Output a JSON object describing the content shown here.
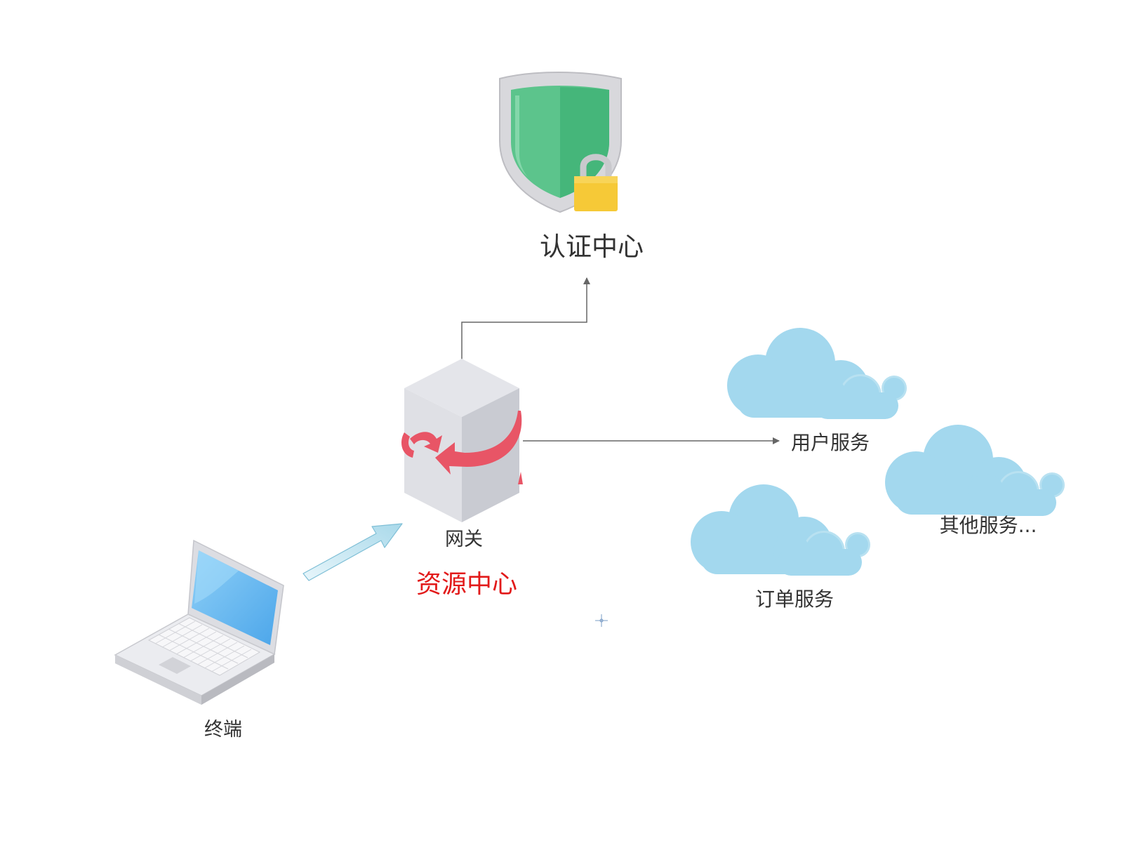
{
  "nodes": {
    "auth_center": {
      "label": "认证中心",
      "icon": "shield-lock-icon"
    },
    "gateway": {
      "label": "网关",
      "icon": "server-icon"
    },
    "resource_center": {
      "label": "资源中心"
    },
    "terminal": {
      "label": "终端",
      "icon": "laptop-icon"
    },
    "user_service": {
      "label": "用户服务",
      "icon": "cloud-icon"
    },
    "order_service": {
      "label": "订单服务",
      "icon": "cloud-icon"
    },
    "other_service": {
      "label": "其他服务...",
      "icon": "cloud-icon"
    }
  },
  "edges": [
    {
      "from": "gateway",
      "to": "auth_center"
    },
    {
      "from": "gateway",
      "to": "user_service"
    },
    {
      "from": "terminal",
      "to": "gateway"
    }
  ],
  "colors": {
    "resource_label": "#e21a1a",
    "connector": "#666666",
    "shield_green": "#4dbb7c",
    "lock_yellow": "#f6c937",
    "cloud_blue": "#a3d8ee",
    "server_gray": "#d3d5db",
    "ribbon_red": "#e85566",
    "laptop_screen": "#62b5ee",
    "big_arrow": "#c9e8f2"
  }
}
